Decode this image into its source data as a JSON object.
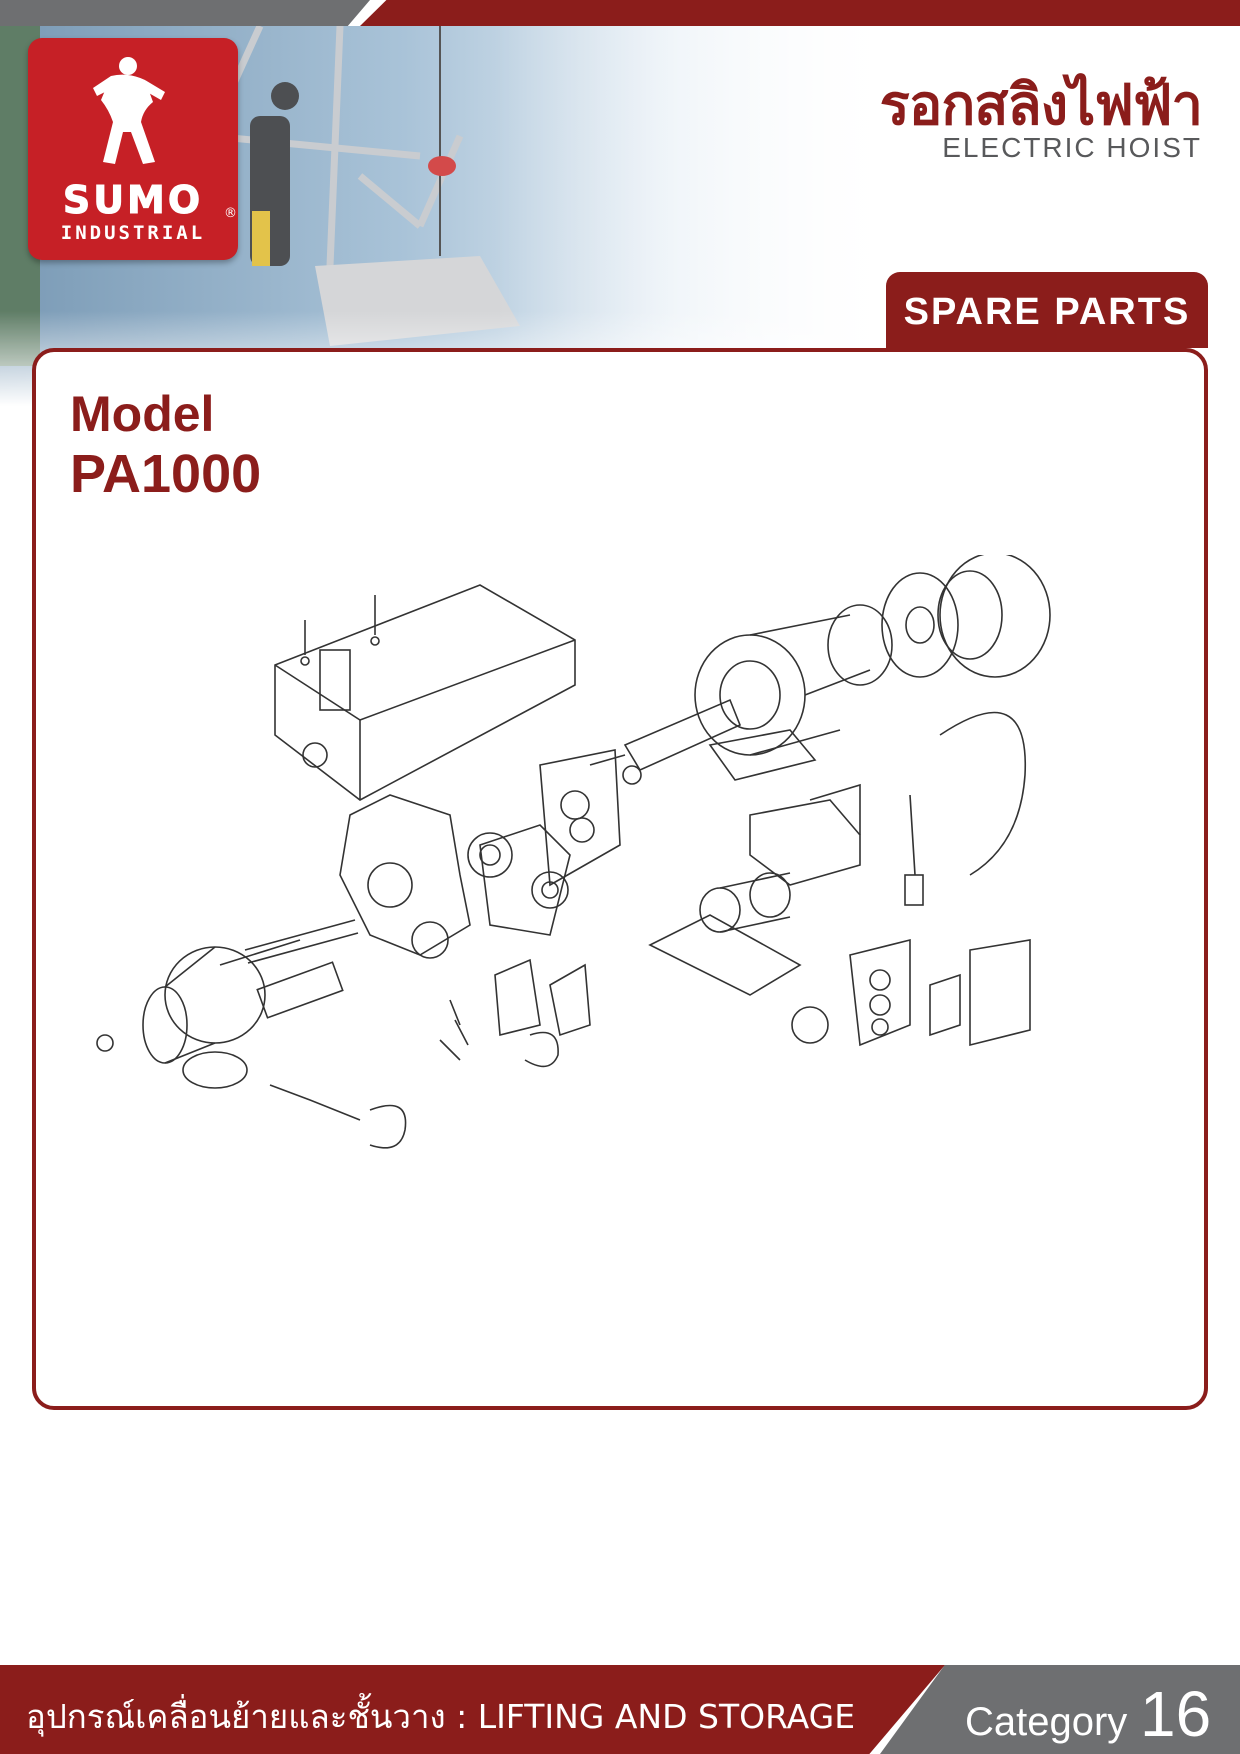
{
  "brand": {
    "name": "SUMO",
    "registered_mark": "®",
    "tagline": "INDUSTRIAL"
  },
  "header": {
    "title_th": "รอกสลิงไฟฟ้า",
    "title_en": "ELECTRIC HOIST",
    "tab_label": "SPARE PARTS"
  },
  "content": {
    "model_label": "Model",
    "model_code": "PA1000"
  },
  "footer": {
    "category_text": "อุปกรณ์เคลื่อนย้ายและชั้นวาง : LIFTING AND STORAGE",
    "category_label": "Category",
    "category_number": "16"
  },
  "colors": {
    "brand_red": "#8b1d1b",
    "logo_red": "#c62026",
    "gray": "#6e6f71"
  }
}
